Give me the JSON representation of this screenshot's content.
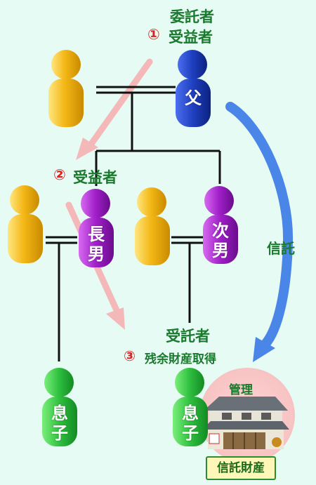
{
  "labels": {
    "settlor": "委託者",
    "beneficiary1_num": "①",
    "beneficiary1": "受益者",
    "beneficiary2_num": "②",
    "beneficiary2": "受益者",
    "trustee": "受託者",
    "remainder_num": "③",
    "remainder": "残余財産取得",
    "trust": "信託",
    "management": "管理",
    "trust_property": "信託財産"
  },
  "persons": {
    "father": "父",
    "eldest_son_1": "長",
    "eldest_son_2": "男",
    "second_son_1": "次",
    "second_son_2": "男",
    "grandson_left_1": "息",
    "grandson_left_2": "子",
    "grandson_right_1": "息",
    "grandson_right_2": "子"
  },
  "colors": {
    "background": "#e6fbf3",
    "spouse_yellow": "#f2b615",
    "father_blue": "#1f3fbf",
    "son_purple": "#a01fc9",
    "grandson_green": "#2fbf3f",
    "label_green": "#1a7a2e",
    "number_red": "#e02020",
    "trust_arrow": "#4a86e8",
    "beneficiary_arrow": "#f4b8b8"
  },
  "icons": {
    "house": "house-icon"
  }
}
